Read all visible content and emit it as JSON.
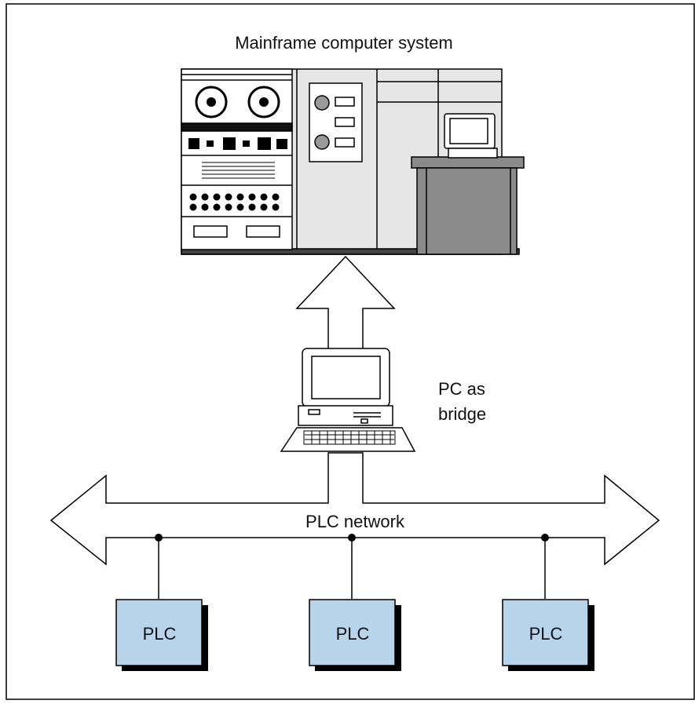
{
  "labels": {
    "mainframe": "Mainframe computer system",
    "pc_line1": "PC as",
    "pc_line2": "bridge",
    "network": "PLC network"
  },
  "plcs": [
    {
      "label": "PLC"
    },
    {
      "label": "PLC"
    },
    {
      "label": "PLC"
    }
  ],
  "colors": {
    "plc_fill": "#b8d4ea",
    "desk_fill": "#8a8a8a",
    "cabinet_fill": "#e6e6e6",
    "line": "#000000"
  }
}
